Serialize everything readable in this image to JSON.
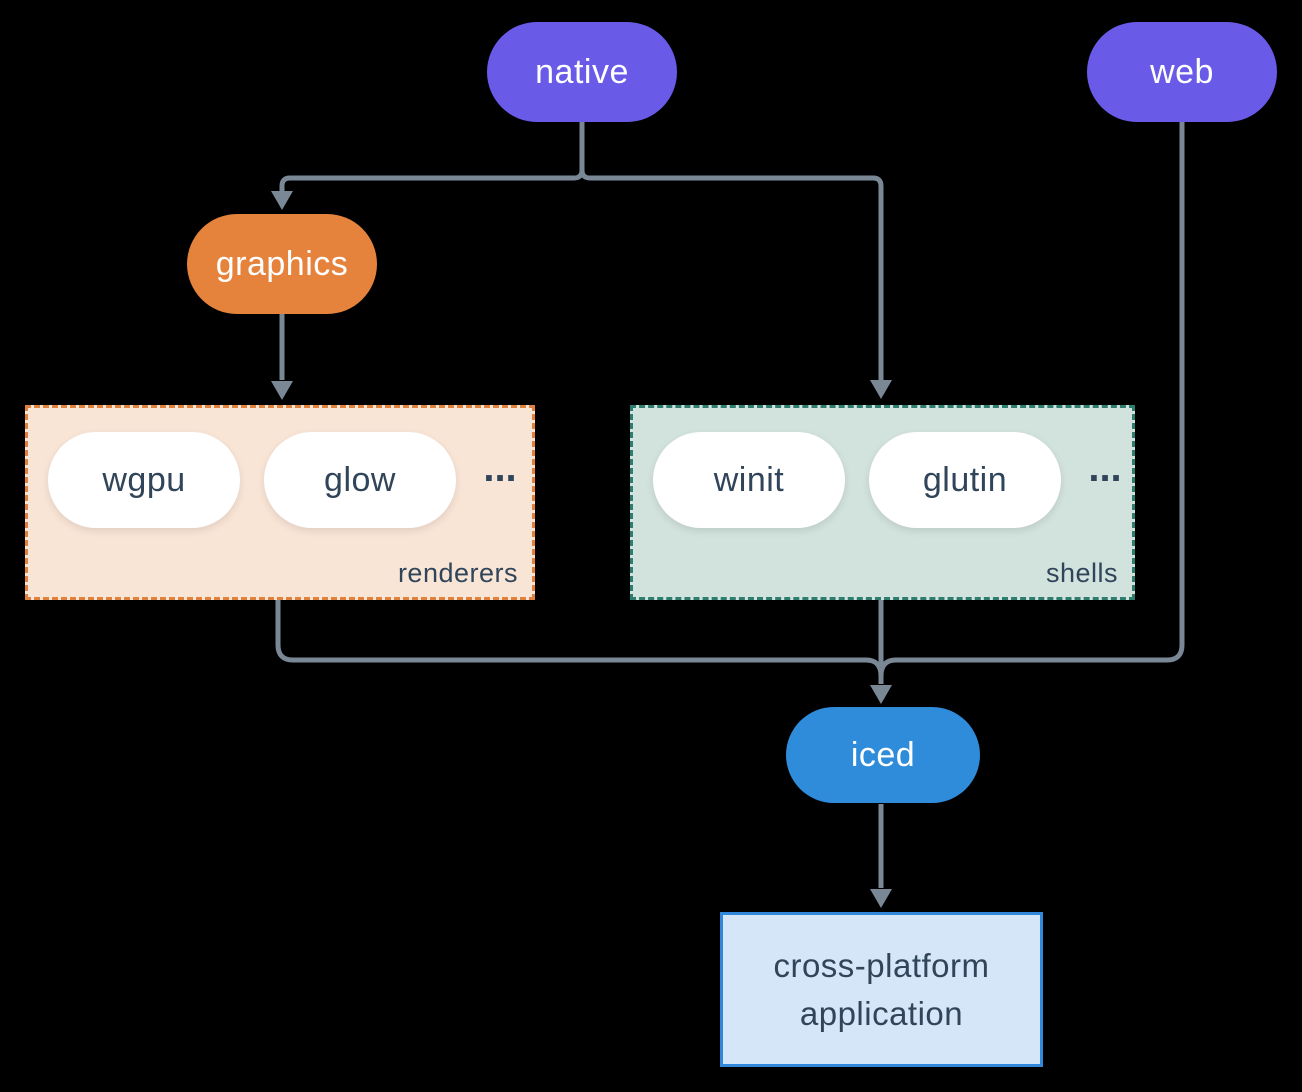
{
  "colors": {
    "background": "#000000",
    "line": "#7A8896",
    "purple": "#6A5AE8",
    "orange": "#E5823C",
    "blue": "#2E8CDB",
    "white_pill": "#FFFFFF",
    "dark_text": "#30455A",
    "renderers_fill": "#F9E5D6",
    "renderers_border": "#E2813B",
    "shells_fill": "#D2E2DD",
    "shells_border": "#2E7D6E",
    "app_fill": "#D4E6F8",
    "app_border": "#3188DB"
  },
  "nodes": {
    "native": {
      "label": "native"
    },
    "web": {
      "label": "web"
    },
    "graphics": {
      "label": "graphics"
    },
    "iced": {
      "label": "iced"
    },
    "application": {
      "line1": "cross-platform",
      "line2": "application"
    }
  },
  "groups": {
    "renderers": {
      "label": "renderers",
      "items": [
        "wgpu",
        "glow"
      ],
      "ellipsis": "..."
    },
    "shells": {
      "label": "shells",
      "items": [
        "winit",
        "glutin"
      ],
      "ellipsis": "..."
    }
  }
}
